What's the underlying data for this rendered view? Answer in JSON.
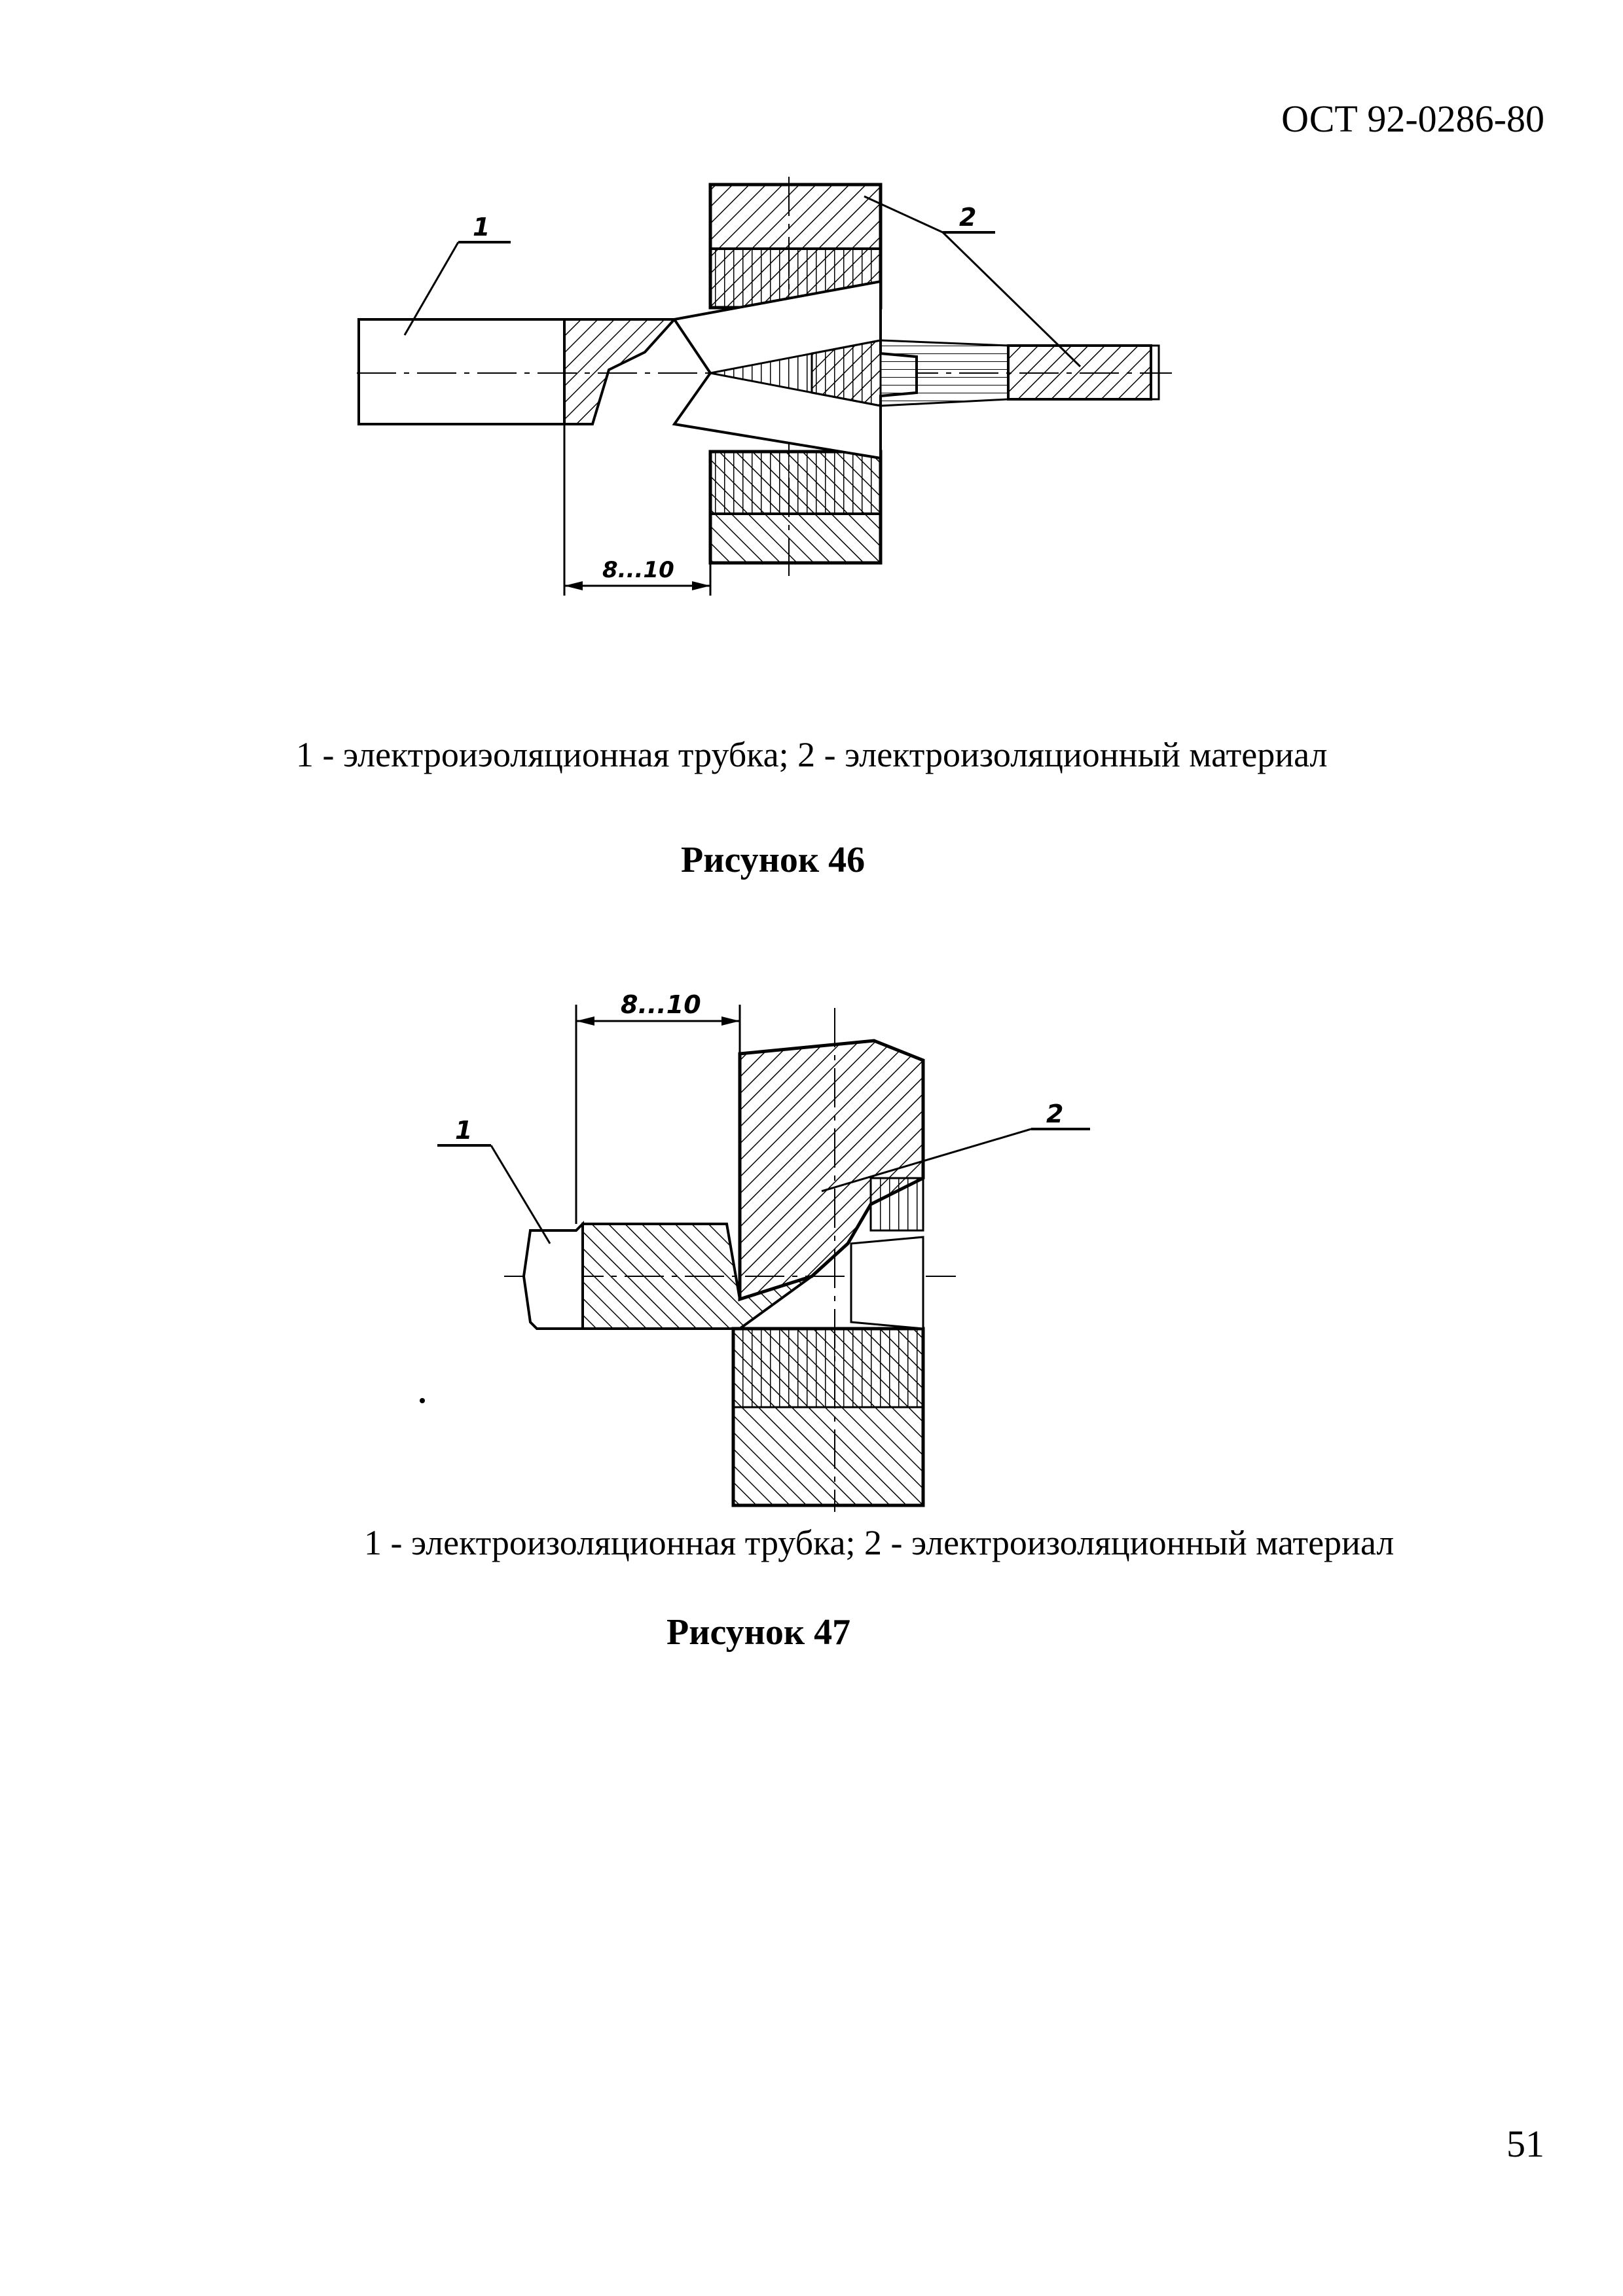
{
  "header": {
    "doc_code": "ОСТ 92-0286-80"
  },
  "figure46": {
    "callout_1": "1",
    "callout_2": "2",
    "dimension": "8...10",
    "caption": "1 - электроиэоляционная трубка;  2 - электроизоляционный материал",
    "title": "Рисунок 46"
  },
  "figure47": {
    "callout_1": "1",
    "callout_2": "2",
    "dimension": "8...10",
    "caption": "1 - электроизоляционная трубка;  2 - электроизоляционный материал",
    "title": "Рисунок  47"
  },
  "footer": {
    "page_number": "51"
  }
}
